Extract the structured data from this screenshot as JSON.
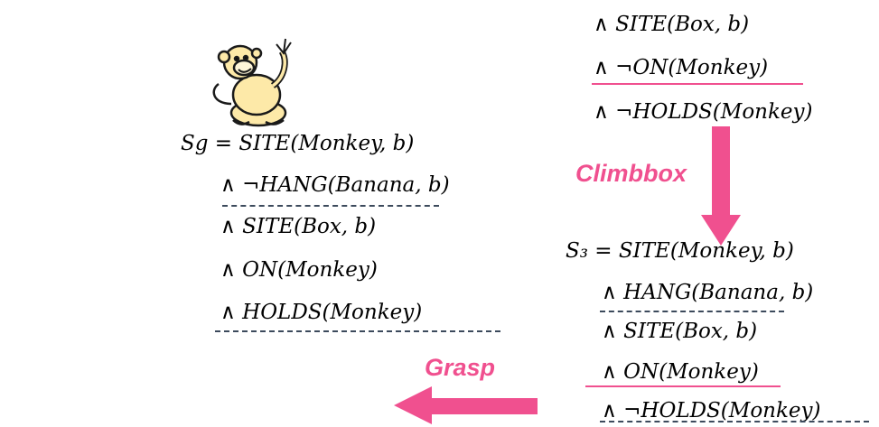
{
  "colors": {
    "pink": "#f0508f",
    "dash": "#3c4a5c",
    "text": "#000000"
  },
  "initial_state": {
    "lines": [
      "∧ SITE(Box, b)",
      "∧ ¬ON(Monkey)",
      "∧ ¬HOLDS(Monkey)"
    ]
  },
  "action_1": "Climbbox",
  "state_s3": {
    "lines": [
      "S₃ = SITE(Monkey, b)",
      "∧ HANG(Banana, b)",
      "∧ SITE(Box, b)",
      "∧ ON(Monkey)",
      "∧ ¬HOLDS(Monkey)"
    ]
  },
  "action_2": "Grasp",
  "goal_state": {
    "lines": [
      "Sg = SITE(Monkey, b)",
      "∧ ¬HANG(Banana, b)",
      "∧ SITE(Box, b)",
      "∧ ON(Monkey)",
      "∧ HOLDS(Monkey)"
    ]
  },
  "icons": {
    "monkey": "monkey-icon"
  }
}
